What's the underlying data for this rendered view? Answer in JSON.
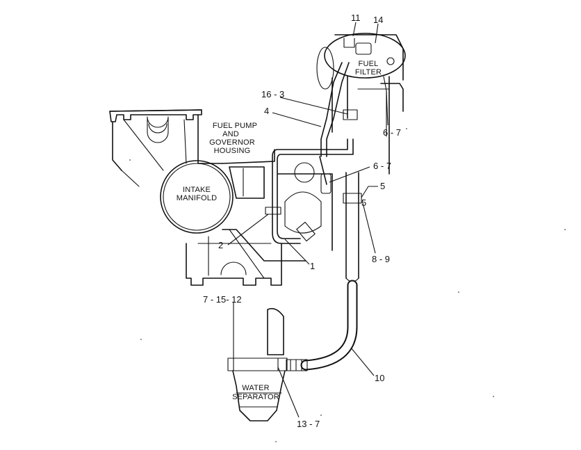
{
  "components": {
    "fuel_pump": {
      "line1": "FUEL PUMP",
      "line2": "AND",
      "line3": "GOVERNOR",
      "line4": "HOUSING"
    },
    "intake_manifold": {
      "line1": "INTAKE",
      "line2": "MANIFOLD"
    },
    "fuel_filter": {
      "line1": "FUEL",
      "line2": "FILTER"
    },
    "water_separator": {
      "line1": "WATER",
      "line2": "SEPARATOR"
    }
  },
  "callouts": {
    "c11": "11",
    "c14": "14",
    "c16_3": "16 - 3",
    "c4": "4",
    "c6_7_top": "6 - 7",
    "c6_7_mid": "6 - 7",
    "c5": "5",
    "c5_small": "5",
    "c2": "2",
    "c1": "1",
    "c8_9": "8 - 9",
    "c7_15_12": "7 - 15- 12",
    "c10": "10",
    "c13_7": "13 - 7"
  }
}
